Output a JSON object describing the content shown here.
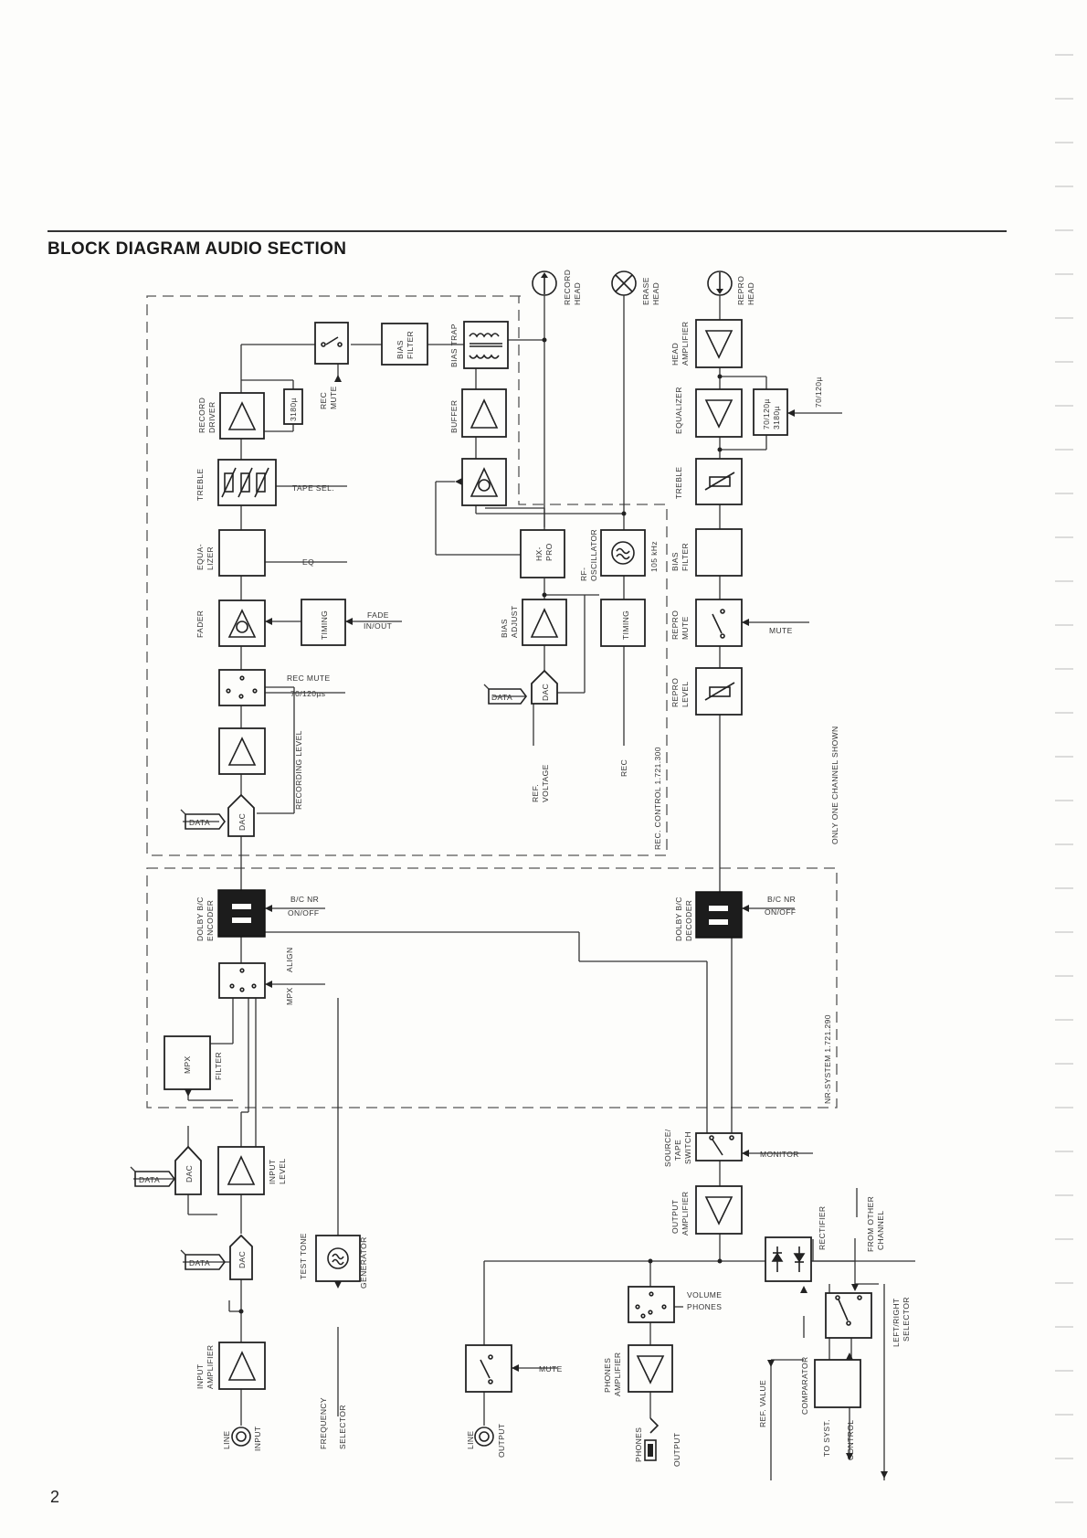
{
  "title": "BLOCK DIAGRAM AUDIO SECTION",
  "page_number": "2",
  "heads": {
    "record": [
      "RECORD",
      "HEAD"
    ],
    "erase": [
      "ERASE",
      "HEAD"
    ],
    "repro": [
      "REPRO",
      "HEAD"
    ]
  },
  "record_chain": {
    "record_driver": [
      "RECORD",
      "DRIVER"
    ],
    "tc_3180": "3180µ",
    "rec_mute_switch": [
      "REC",
      "MUTE"
    ],
    "bias_filter": [
      "BIAS",
      "FILTER"
    ],
    "treble": "TREBLE",
    "tape_sel": "TAPE SEL.",
    "equalizer": [
      "EQUA-",
      "LIZER"
    ],
    "eq": "EQ",
    "fader": "FADER",
    "timing": "TIMING",
    "fade_inout": [
      "FADE",
      "IN/OUT"
    ],
    "rec_mute_line": "REC MUTE",
    "tc_70_120us": "70/120µs",
    "recording_level": "RECORDING LEVEL",
    "data": "DATA",
    "dac": "DAC"
  },
  "bias_chain": {
    "bias_trap": "BIAS TRAP",
    "buffer": "BUFFER",
    "hx_pro": [
      "HX-",
      "PRO"
    ],
    "rf_oscillator": [
      "RF-",
      "OSCILLATOR"
    ],
    "freq_105": "105 kHz",
    "bias_adjust": [
      "BIAS",
      "ADJUST"
    ],
    "timing": "TIMING",
    "data": "DATA",
    "dac": "DAC",
    "ref_voltage": [
      "REF.",
      "VOLTAGE"
    ],
    "rec": "REC",
    "rec_control": "REC. CONTROL  1.721.300"
  },
  "repro_chain": {
    "head_amplifier": [
      "HEAD",
      "AMPLIFIER"
    ],
    "equalizer": "EQUALIZER",
    "tc_70_120_3180": [
      "70/120µ",
      "3180µ"
    ],
    "tc_70_120": "70/120µ",
    "treble": "TREBLE",
    "bias_filter": [
      "BIAS",
      "FILTER"
    ],
    "repro_mute": [
      "REPRO",
      "MUTE"
    ],
    "mute": "MUTE",
    "repro_level": [
      "REPRO",
      "LEVEL"
    ],
    "only_one_channel": "ONLY ONE CHANNEL SHOWN"
  },
  "nr_system": {
    "encoder": [
      "DOLBY B/C",
      "ENCODER"
    ],
    "encoder_ctrl": [
      "B/C NR",
      "ON/OFF"
    ],
    "decoder": [
      "DOLBY B/C",
      "DECODER"
    ],
    "decoder_ctrl": [
      "B/C NR",
      "ON/OFF"
    ],
    "align": "ALIGN",
    "mpx": "MPX",
    "mpx_filter_box": "MPX",
    "filter": "FILTER",
    "label": "NR-SYSTEM  1.721.290"
  },
  "input_section": {
    "input_level": [
      "INPUT",
      "LEVEL"
    ],
    "dac1": "DAC",
    "data1": "DATA",
    "dac2": "DAC",
    "data2": "DATA",
    "input_amplifier": [
      "INPUT",
      "AMPLIFIER"
    ],
    "line_input": [
      "LINE",
      "INPUT"
    ],
    "test_tone": "TEST TONE",
    "generator": "GENERATOR",
    "frequency_selector": [
      "FREQUENCY",
      "SELECTOR"
    ]
  },
  "output_section": {
    "source_tape_switch": [
      "SOURCE/",
      "TAPE",
      "SWITCH"
    ],
    "monitor": "MONITOR",
    "output_amplifier": [
      "OUTPUT",
      "AMPLIFIER"
    ],
    "rectifier": "RECTIFIER",
    "from_other_channel": [
      "FROM OTHER",
      "CHANNEL"
    ],
    "left_right_selector": [
      "LEFT/RIGHT",
      "SELECTOR"
    ],
    "volume_phones": [
      "VOLUME",
      "PHONES"
    ],
    "mute": "MUTE",
    "line_output": [
      "LINE",
      "OUTPUT"
    ],
    "phones_amplifier": [
      "PHONES",
      "AMPLIFIER"
    ],
    "phones_output": [
      "PHONES",
      "OUTPUT"
    ],
    "ref_value": "REF. VALUE",
    "comparator": "COMPARATOR",
    "to_syst_control": [
      "TO SYST.",
      "CONTROL"
    ]
  }
}
